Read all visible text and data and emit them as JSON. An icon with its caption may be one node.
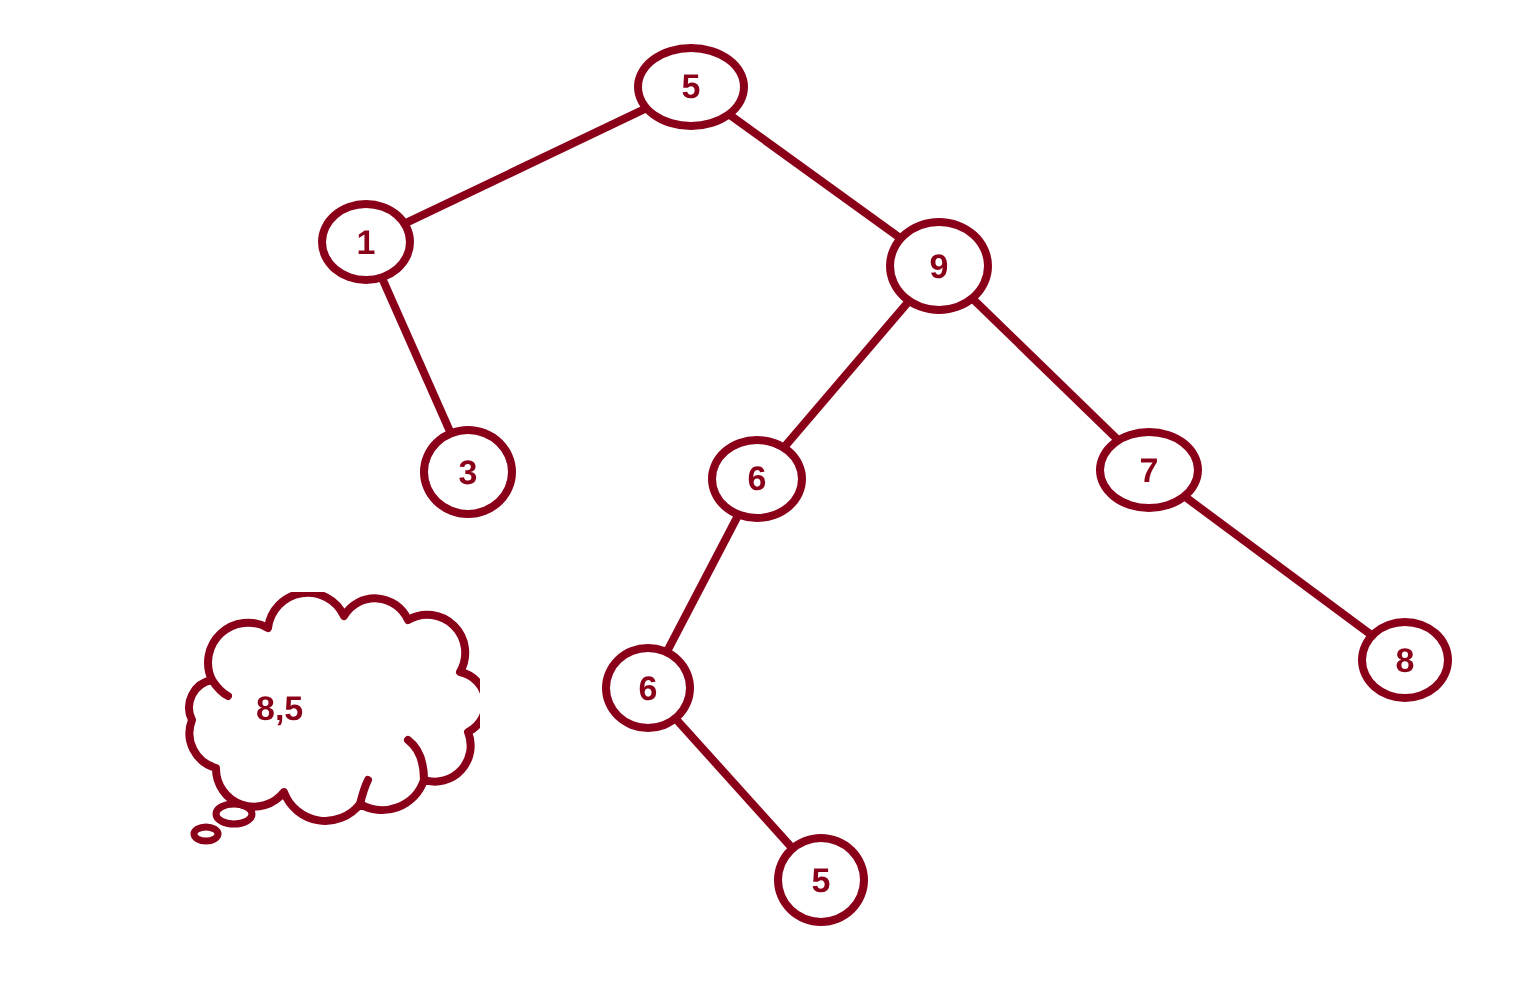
{
  "diagram": {
    "nodes": [
      {
        "text": [
          "5"
        ]
      },
      {
        "text": [
          "1"
        ]
      },
      {
        "text": [
          "9"
        ]
      },
      {
        "text": [
          "3"
        ]
      },
      {
        "text": [
          "6"
        ]
      },
      {
        "text": [
          "7"
        ]
      },
      {
        "text": [
          "6"
        ]
      },
      {
        "text": [
          "8"
        ]
      },
      {
        "text": [
          "5"
        ]
      },
      {
        "text": [
          "8,5"
        ]
      }
    ],
    "edges": [
      {
        "from": 0,
        "to": 1,
        "arrow": "none"
      },
      {
        "from": 0,
        "to": 2,
        "arrow": "none"
      },
      {
        "from": 1,
        "to": 3,
        "arrow": "none"
      },
      {
        "from": 2,
        "to": 4,
        "arrow": "none"
      },
      {
        "from": 2,
        "to": 5,
        "arrow": "none"
      },
      {
        "from": 4,
        "to": 6,
        "arrow": "none"
      },
      {
        "from": 5,
        "to": 7,
        "arrow": "none"
      },
      {
        "from": 6,
        "to": 8,
        "arrow": "none"
      }
    ]
  }
}
